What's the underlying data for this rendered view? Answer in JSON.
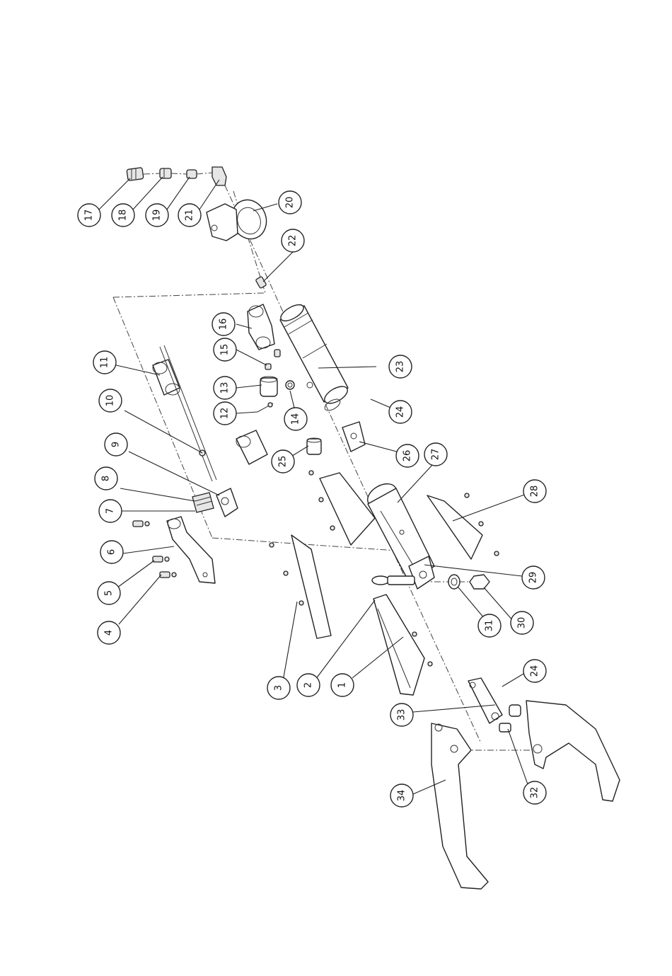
{
  "diagram": {
    "type": "exploded-parts-drawing",
    "callouts": [
      {
        "id": "c1",
        "label": "1"
      },
      {
        "id": "c2",
        "label": "2"
      },
      {
        "id": "c3",
        "label": "3"
      },
      {
        "id": "c4",
        "label": "4"
      },
      {
        "id": "c5",
        "label": "5"
      },
      {
        "id": "c6",
        "label": "6"
      },
      {
        "id": "c7",
        "label": "7"
      },
      {
        "id": "c8",
        "label": "8"
      },
      {
        "id": "c9",
        "label": "9"
      },
      {
        "id": "c10",
        "label": "10"
      },
      {
        "id": "c11",
        "label": "11"
      },
      {
        "id": "c12",
        "label": "12"
      },
      {
        "id": "c13",
        "label": "13"
      },
      {
        "id": "c14",
        "label": "14"
      },
      {
        "id": "c15",
        "label": "15"
      },
      {
        "id": "c16",
        "label": "16"
      },
      {
        "id": "c17",
        "label": "17"
      },
      {
        "id": "c18",
        "label": "18"
      },
      {
        "id": "c19",
        "label": "19"
      },
      {
        "id": "c20",
        "label": "20"
      },
      {
        "id": "c21",
        "label": "21"
      },
      {
        "id": "c22",
        "label": "22"
      },
      {
        "id": "c23",
        "label": "23"
      },
      {
        "id": "c24a",
        "label": "24"
      },
      {
        "id": "c24b",
        "label": "24"
      },
      {
        "id": "c25",
        "label": "25"
      },
      {
        "id": "c26",
        "label": "26"
      },
      {
        "id": "c27",
        "label": "27"
      },
      {
        "id": "c28",
        "label": "28"
      },
      {
        "id": "c29",
        "label": "29"
      },
      {
        "id": "c30",
        "label": "30"
      },
      {
        "id": "c31",
        "label": "31"
      },
      {
        "id": "c32",
        "label": "32"
      },
      {
        "id": "c33",
        "label": "33"
      },
      {
        "id": "c34",
        "label": "34"
      }
    ]
  }
}
